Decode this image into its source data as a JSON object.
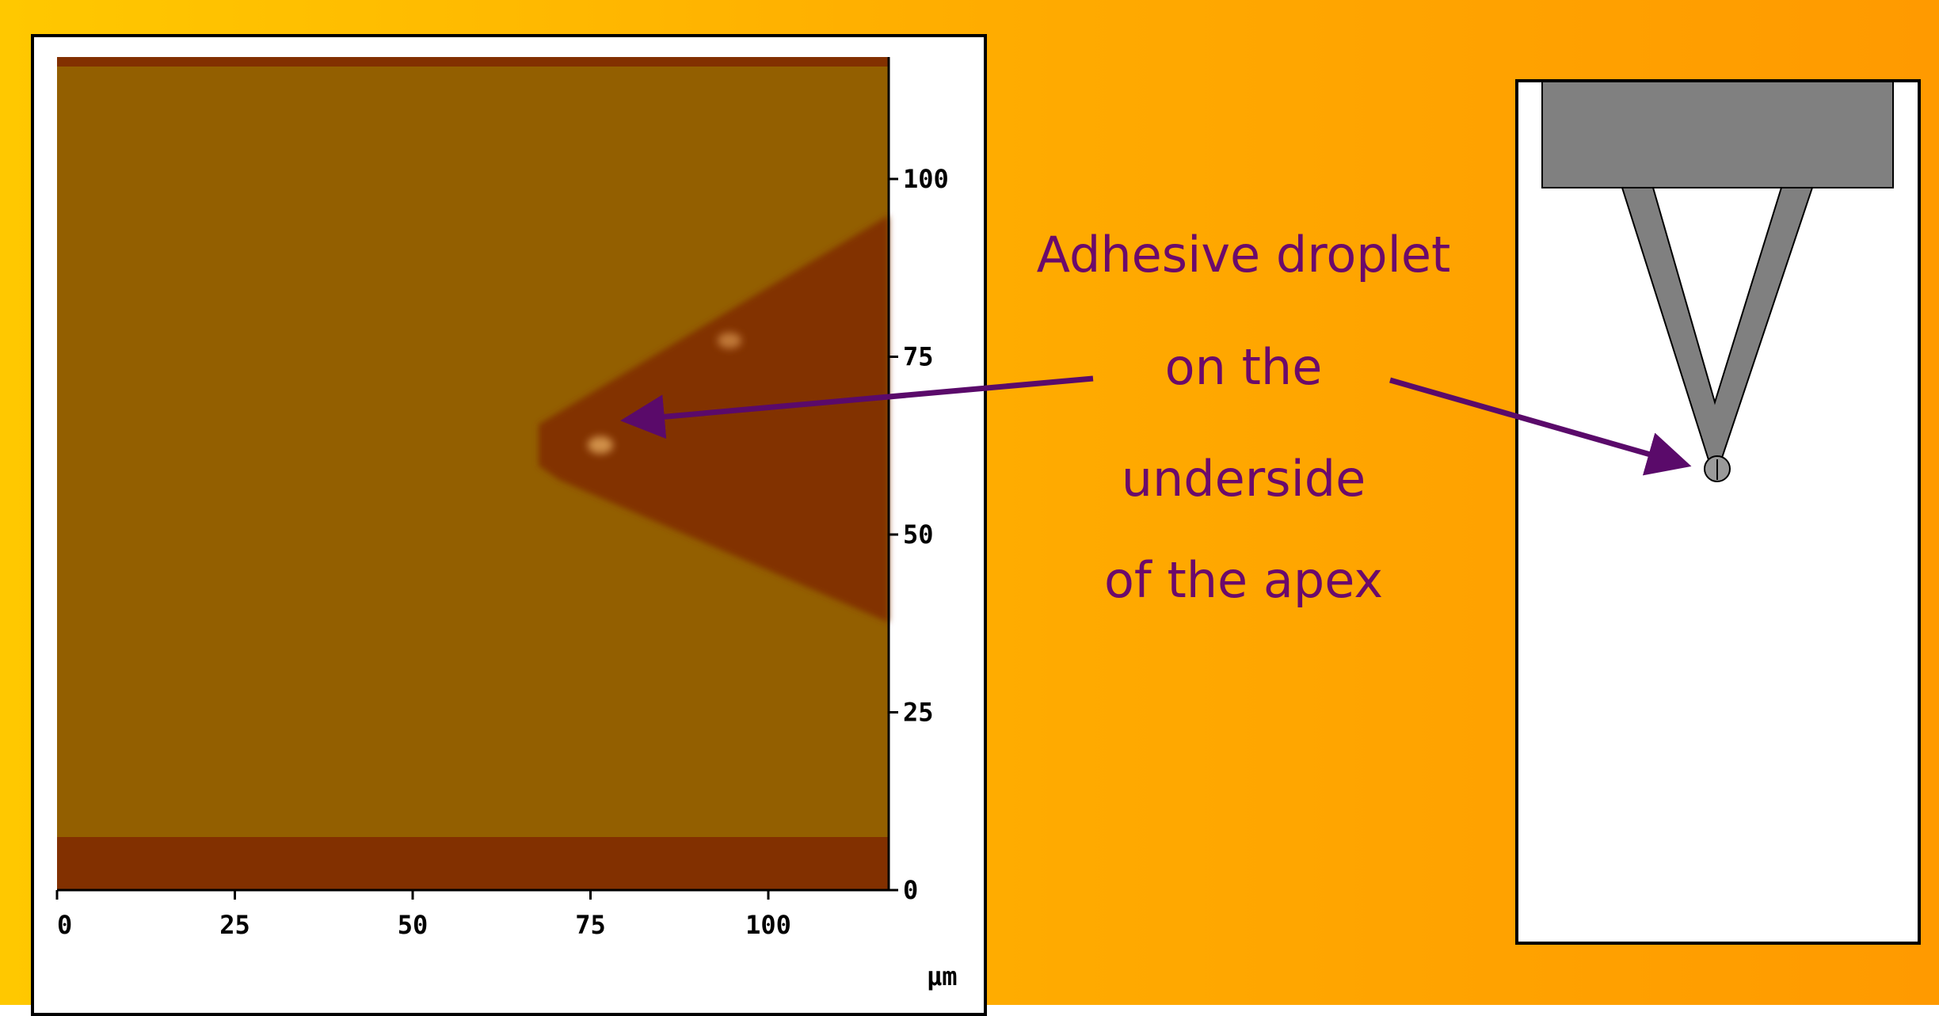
{
  "colors": {
    "background_left": "#ffc800",
    "background_right": "#ff9a00",
    "afm_surface": "#935f00",
    "afm_dark": "#823000",
    "tip_body": "#808080",
    "caption_text": "#6b0a6b",
    "arrow": "#5a0a6a"
  },
  "afm_image": {
    "x_ticks": [
      "0",
      "25",
      "50",
      "75",
      "100"
    ],
    "y_ticks": [
      "0",
      "25",
      "50",
      "75",
      "100"
    ],
    "unit": "μm"
  },
  "caption": {
    "lines": [
      "Adhesive droplet",
      "on the",
      "underside",
      "of the apex"
    ]
  },
  "cantilever": {
    "icon": "v-shaped-cantilever-icon"
  }
}
